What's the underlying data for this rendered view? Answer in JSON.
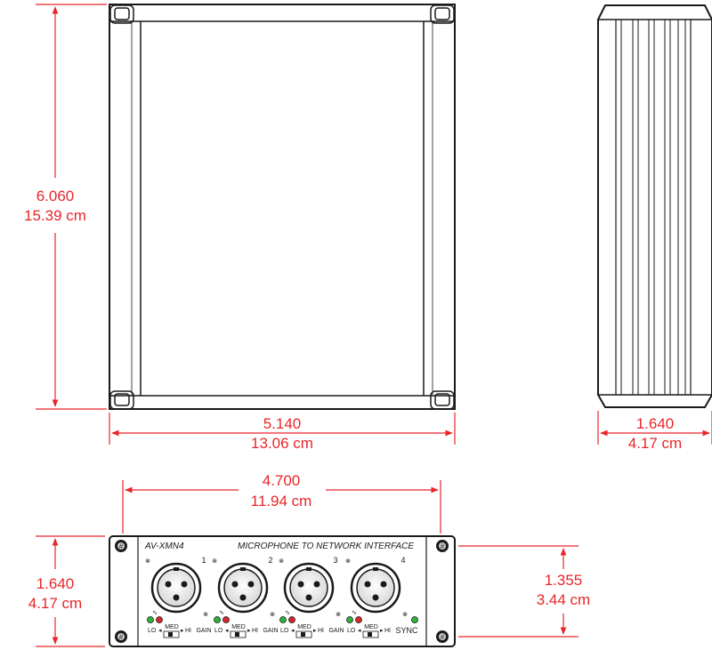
{
  "top_view": {
    "height_in": "6.060",
    "height_cm": "15.39 cm",
    "width_in": "5.140",
    "width_cm": "13.06 cm"
  },
  "side_view": {
    "depth_in": "1.640",
    "depth_cm": "4.17 cm"
  },
  "front_view": {
    "mount_spacing_in": "4.700",
    "mount_spacing_cm": "11.94 cm",
    "height_in": "1.640",
    "height_cm": "4.17 cm",
    "mount_vertical_in": "1.355",
    "mount_vertical_cm": "3.44 cm",
    "model": "AV-XMN4",
    "description": "MICROPHONE TO NETWORK INTERFACE",
    "channels": [
      {
        "num": "1",
        "tilde": "∿",
        "lo": "LO",
        "med": "MED",
        "hi": "HI",
        "gain": "GAIN"
      },
      {
        "num": "2",
        "tilde": "∿",
        "lo": "LO",
        "med": "MED",
        "hi": "HI",
        "gain": "GAIN"
      },
      {
        "num": "3",
        "tilde": "∿",
        "lo": "LO",
        "med": "MED",
        "hi": "HI",
        "gain": "GAIN"
      },
      {
        "num": "4",
        "tilde": "∿",
        "lo": "LO",
        "med": "MED",
        "hi": "HI"
      }
    ],
    "sync": "SYNC"
  },
  "colors": {
    "dimension": "#e8262a",
    "outline": "#1a1a1a",
    "led_green": "#2fb23a",
    "led_red": "#d8262a"
  }
}
